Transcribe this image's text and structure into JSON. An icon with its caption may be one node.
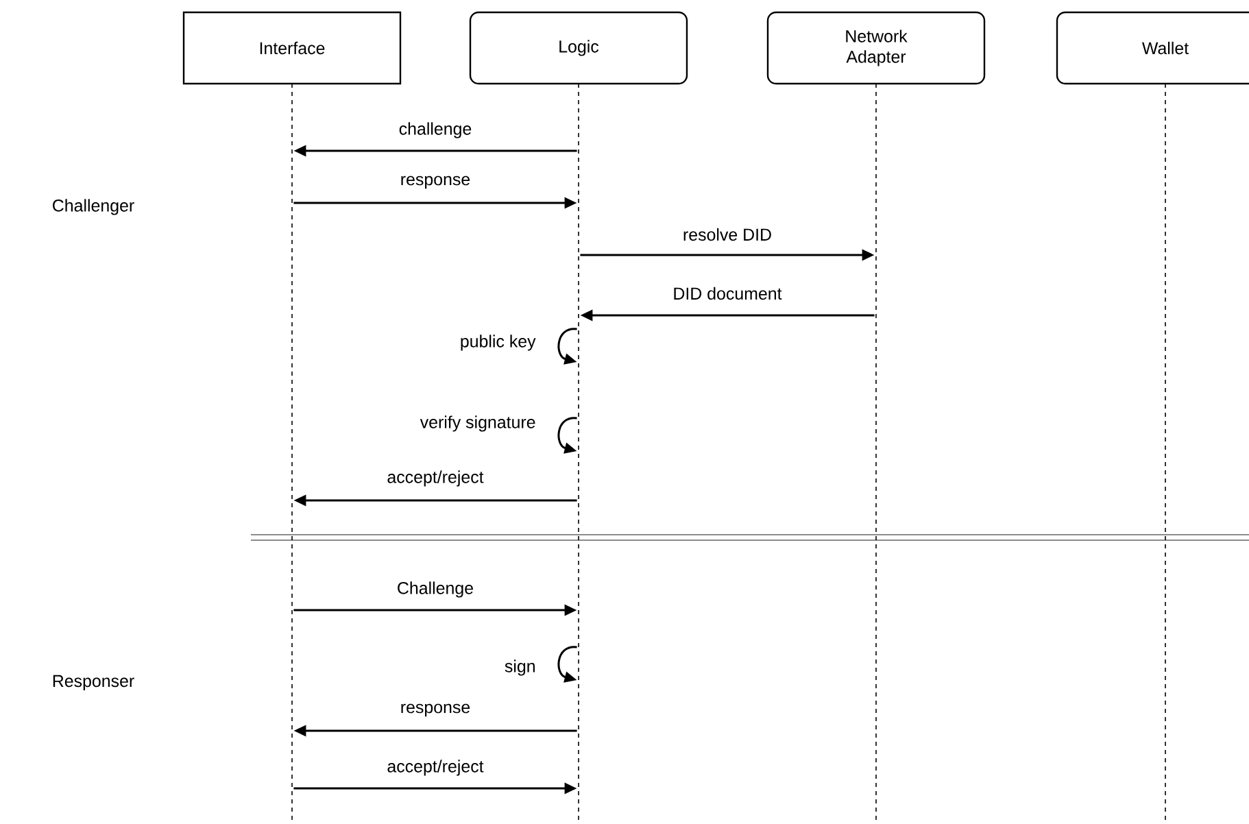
{
  "diagram": {
    "nodes": [
      {
        "text": [
          "Interface"
        ]
      },
      {
        "text": [
          "Logic"
        ]
      },
      {
        "text": [
          "Network Adapter"
        ]
      },
      {
        "text": [
          "Wallet"
        ]
      },
      {
        "text": [],
        "shape": "line"
      },
      {
        "text": [],
        "shape": "line"
      },
      {
        "text": [],
        "shape": "line"
      },
      {
        "text": [],
        "shape": "line"
      }
    ],
    "edges": [
      {
        "from": 5,
        "to": 4,
        "arrow": "to",
        "label": "challenge"
      },
      {
        "from": 4,
        "to": 5,
        "arrow": "to",
        "label": "response"
      },
      {
        "from": 5,
        "to": 6,
        "arrow": "to",
        "label": "resolve DID"
      },
      {
        "from": 6,
        "to": 5,
        "arrow": "to",
        "label": "DID document"
      },
      {
        "from": 5,
        "to": 5,
        "arrow": "to",
        "label": "public key"
      },
      {
        "from": 5,
        "to": 5,
        "arrow": "to",
        "label": "verify signature"
      },
      {
        "from": 5,
        "to": 4,
        "arrow": "to",
        "label": "accept/reject"
      },
      {
        "from": 4,
        "to": 5,
        "arrow": "to",
        "label": "Challenge"
      },
      {
        "from": 5,
        "to": 5,
        "arrow": "to",
        "label": "sign"
      },
      {
        "from": 5,
        "to": 4,
        "arrow": "to",
        "label": "response"
      },
      {
        "from": 4,
        "to": 5,
        "arrow": "to",
        "label": "accept/reject"
      }
    ],
    "labels": [
      "Challenger",
      "Responser"
    ]
  }
}
